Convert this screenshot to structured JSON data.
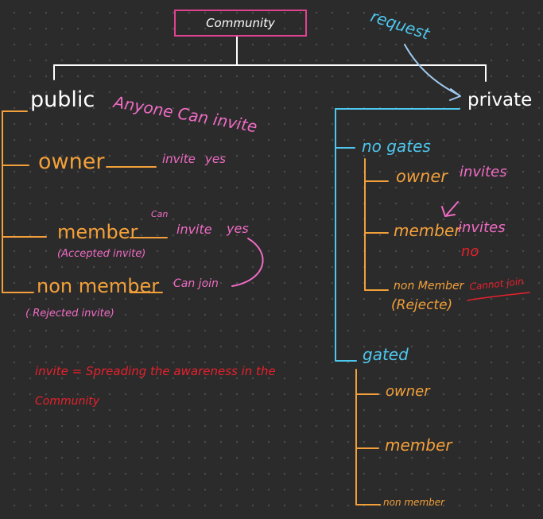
{
  "root": "Community",
  "top_annotation": "request",
  "public": {
    "label": "public",
    "note": "Anyone Can invite",
    "owner": {
      "label": "owner",
      "note": "invite",
      "answer": "yes"
    },
    "member": {
      "label": "member",
      "sub": "(Accepted invite)",
      "note_small": "Can",
      "note": "invite",
      "answer": "yes"
    },
    "nonmember": {
      "label": "non member",
      "sub": "( Rejected invite)",
      "note": "Can join"
    }
  },
  "private": {
    "label": "private",
    "no_gates": {
      "label": "no gates",
      "owner": {
        "label": "owner",
        "note": "invites"
      },
      "member": {
        "label": "member",
        "note": "invites",
        "answer": "no"
      },
      "nonmember": {
        "label": "non Member",
        "sub": "(Rejecte)",
        "note": "Cannot join"
      }
    },
    "gated": {
      "label": "gated",
      "owner": {
        "label": "owner"
      },
      "member": {
        "label": "member"
      },
      "nonmember": {
        "label": "non member"
      }
    }
  },
  "footnote": {
    "line1": "invite = Spreading the awareness in the",
    "line2": "Community"
  },
  "colors": {
    "background": "#2b2b2b",
    "root_box": "#e0428f",
    "public_branch": "#f3a03a",
    "private_branch": "#4ec7ee",
    "annotation": "#f06bc4",
    "warning": "#e8202c",
    "request_arrow": "#9fc9ee"
  }
}
